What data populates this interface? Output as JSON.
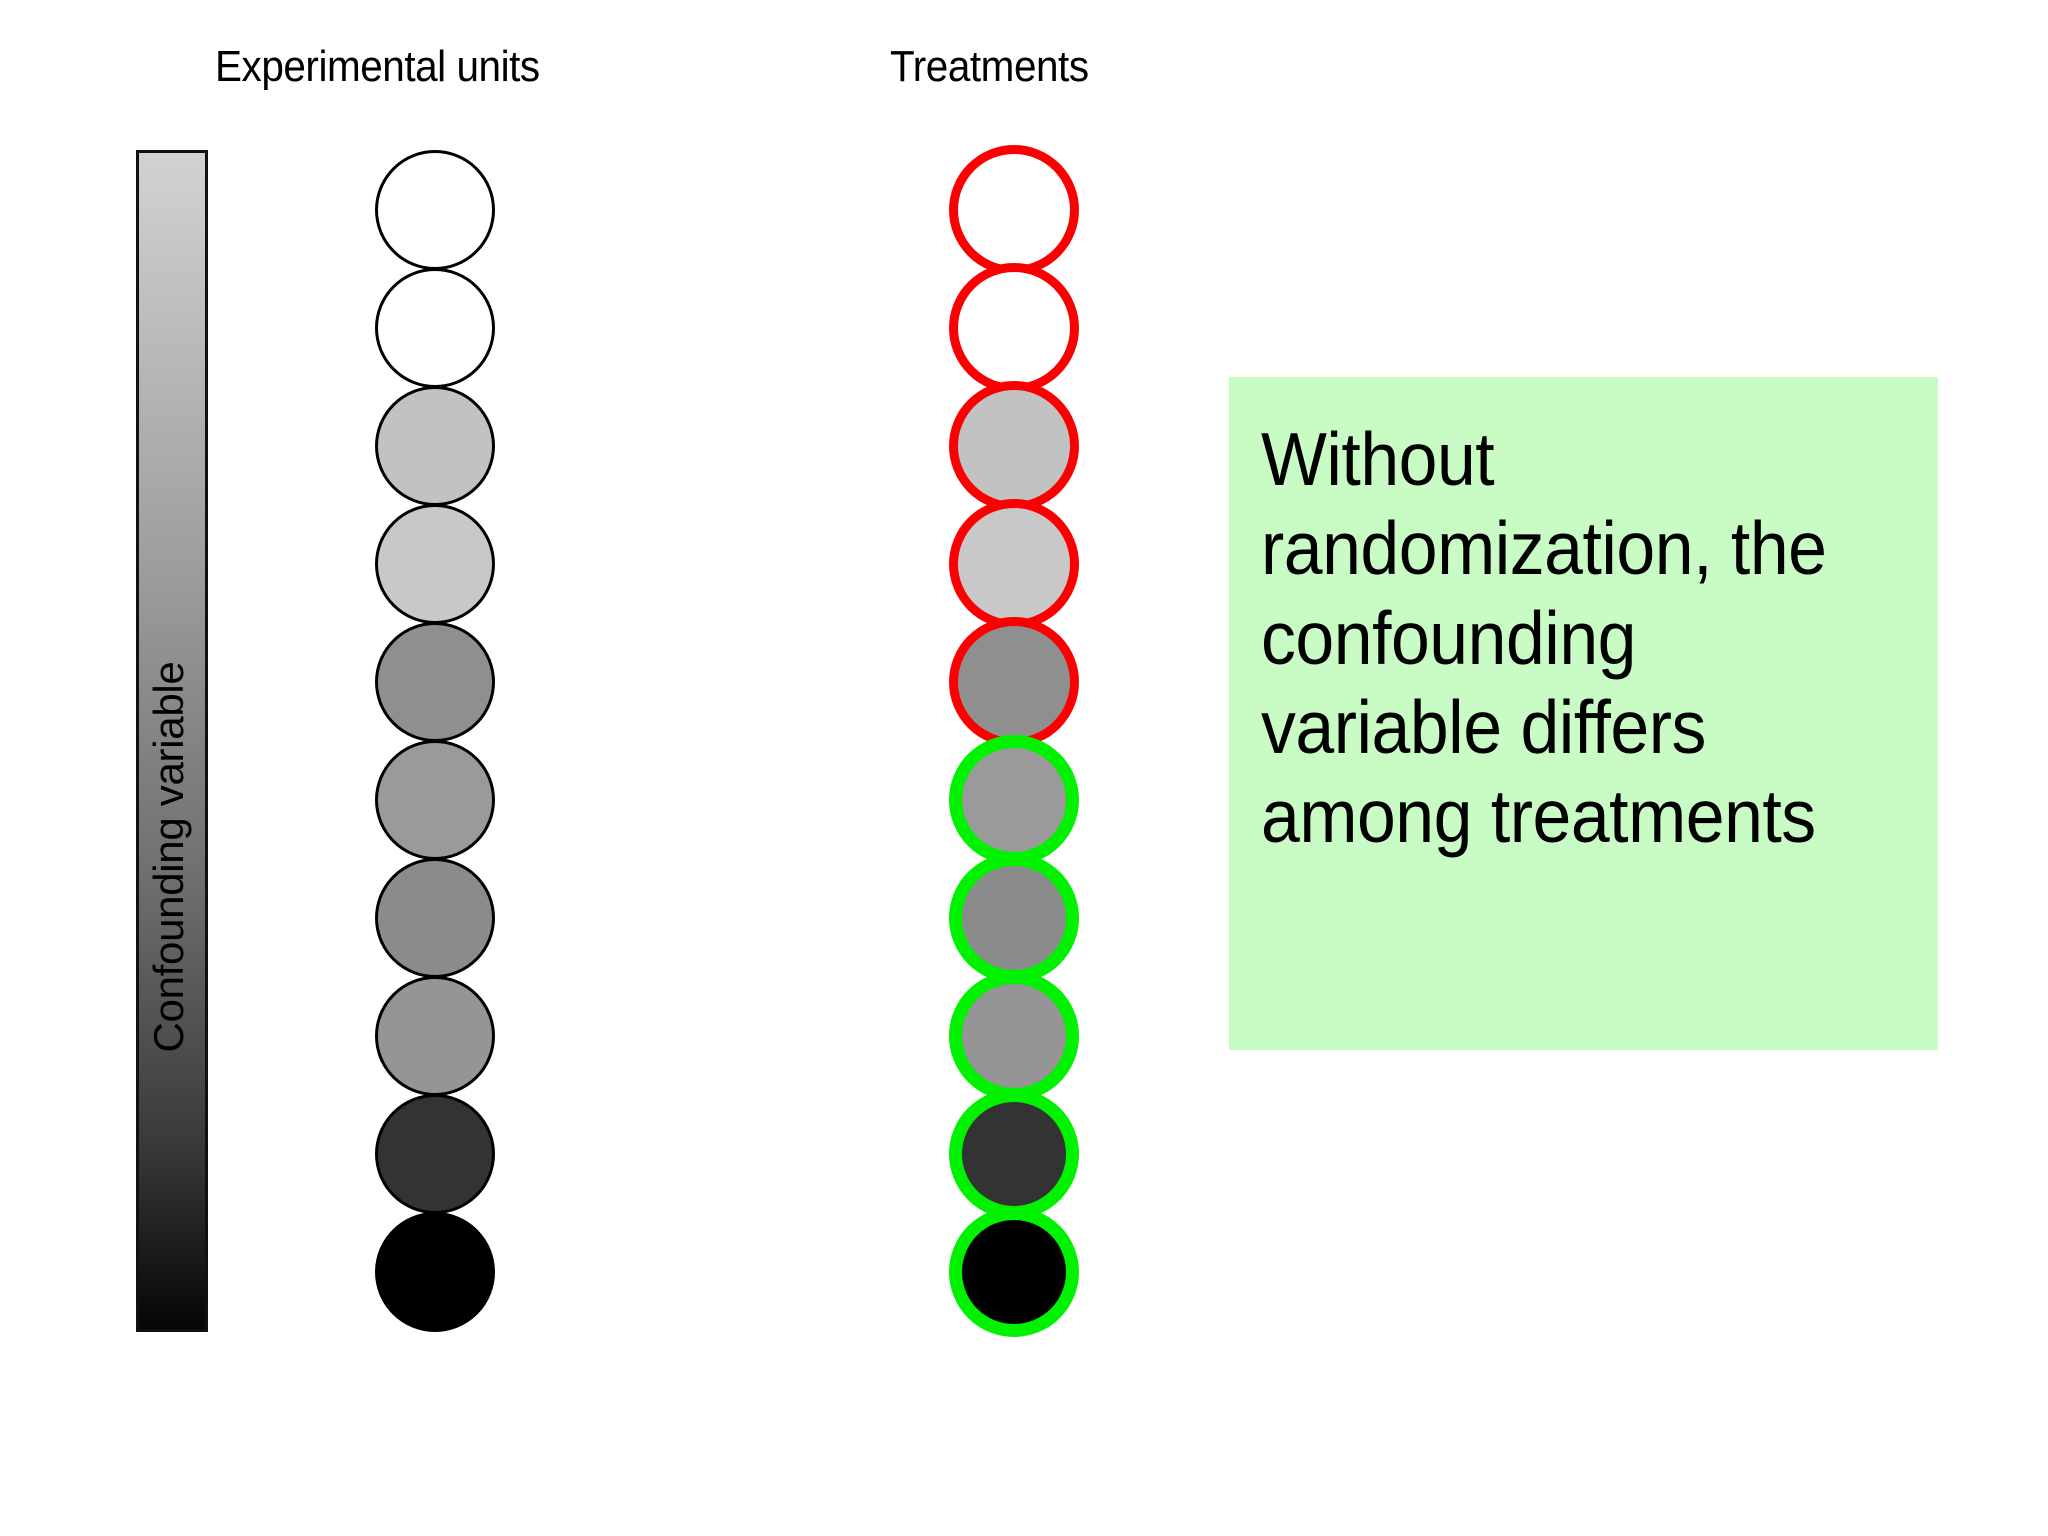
{
  "headers": {
    "experimental_units": "Experimental units",
    "treatments": "Treatments"
  },
  "axis": {
    "confounding_variable_label": "Confounding variable"
  },
  "gradient_legend": {
    "name": "confounding-variable-gradient",
    "top_color": "#d2d2d2",
    "bottom_color": "#050505",
    "border_color": "#111111"
  },
  "callout": {
    "text": "Without randomization, the confounding variable differs among treatments",
    "background_color": "#c9fcc4",
    "text_color": "#000000"
  },
  "colors": {
    "treatment_a_stroke": "#fb0000",
    "treatment_b_stroke": "#00f200",
    "unit_stroke": "#000000"
  },
  "chart_data": {
    "type": "diagram",
    "title": "Without randomization, the confounding variable differs among treatments",
    "columns": [
      "Experimental units",
      "Treatments"
    ],
    "n_units": 10,
    "unit_fills": [
      "#ffffff",
      "#ffffff",
      "#c2c2c2",
      "#c8c8c8",
      "#8f8f8f",
      "#9a9a9a",
      "#8b8b8b",
      "#959595",
      "#333333",
      "#000000"
    ],
    "treatment_assignment": [
      "A",
      "A",
      "A",
      "A",
      "A",
      "B",
      "B",
      "B",
      "B",
      "B"
    ],
    "treatment_stroke_colors": {
      "A": "#fb0000",
      "B": "#00f200"
    },
    "legend_axis": "Confounding variable",
    "legend_direction": "light (low) at top to dark (high) at bottom",
    "annotation": "Without randomization, the confounding variable differs among treatments"
  }
}
